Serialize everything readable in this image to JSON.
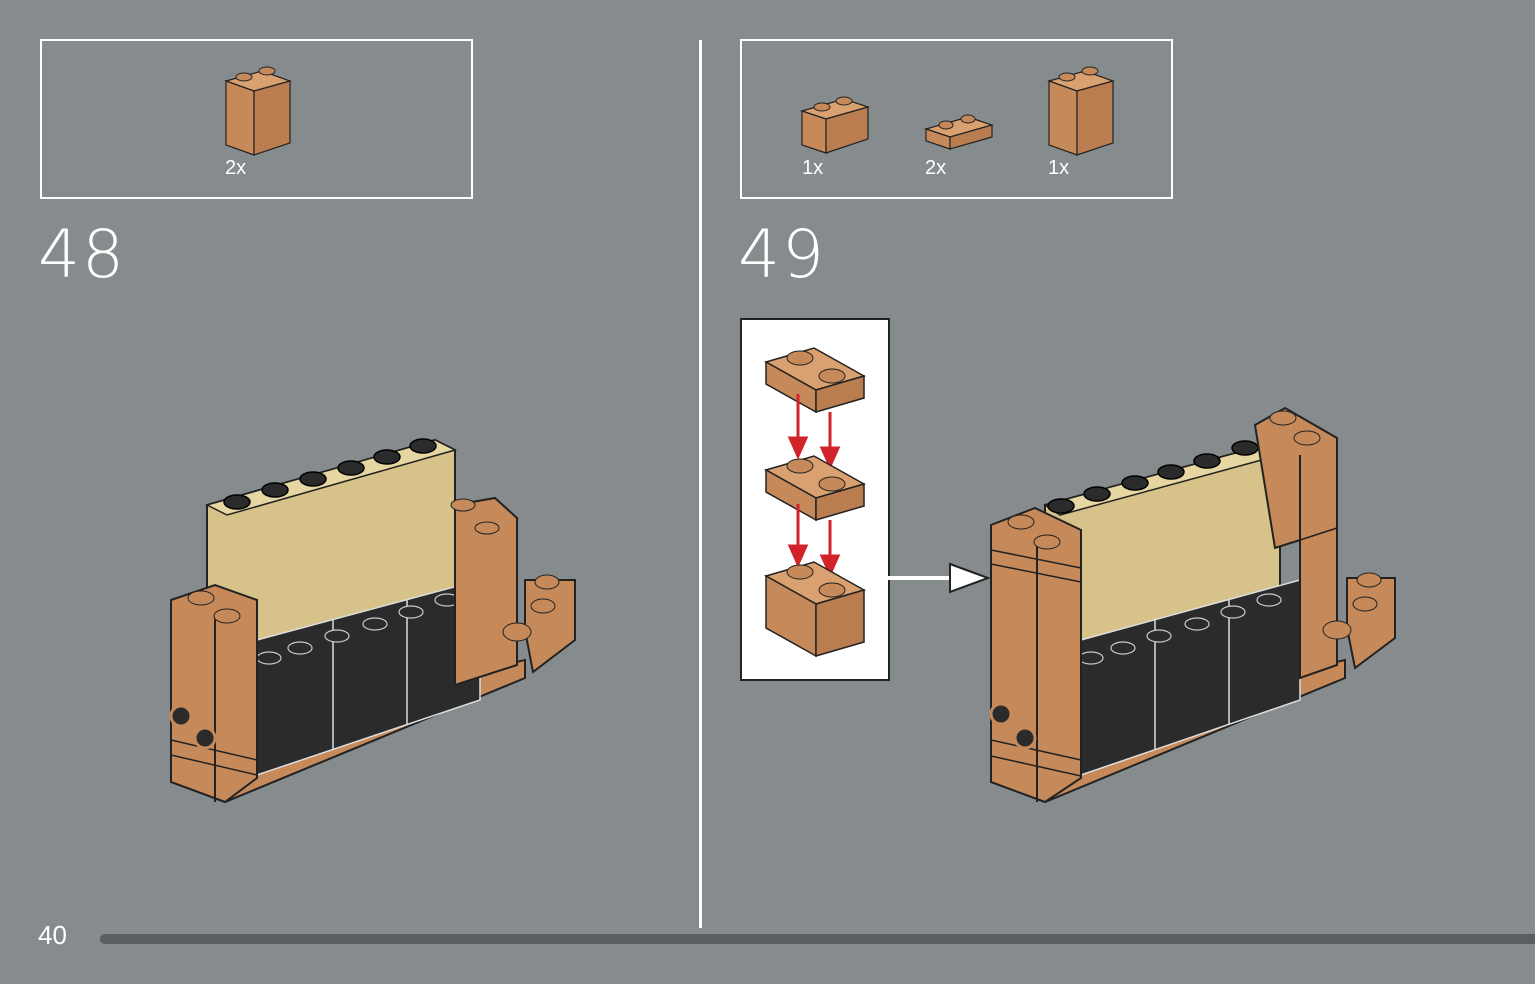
{
  "page": {
    "number": "40",
    "progress_percent": 100
  },
  "colors": {
    "background": "#868c8e",
    "brick_brown": "#c68a5a",
    "brick_brown_dark": "#9e6a41",
    "brick_tan": "#d7c389",
    "brick_black": "#2b2b2b",
    "arrow_red": "#d2232a"
  },
  "steps": [
    {
      "number": "48",
      "parts": [
        {
          "name": "brick-1x2x2-brown",
          "qty": "2x"
        }
      ]
    },
    {
      "number": "49",
      "parts": [
        {
          "name": "brick-1x2-brown",
          "qty": "1x"
        },
        {
          "name": "plate-1x2-brown",
          "qty": "2x"
        },
        {
          "name": "brick-1x2x2-brown",
          "qty": "1x"
        }
      ]
    }
  ]
}
